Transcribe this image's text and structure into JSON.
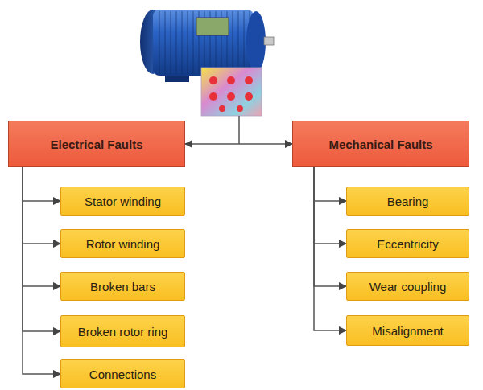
{
  "diagram": {
    "nodes": [
      {
        "text": [
          "Electrical Faults"
        ]
      },
      {
        "text": [
          "Mechanical Faults"
        ]
      },
      {
        "text": [
          "Stator winding"
        ]
      },
      {
        "text": [
          "Rotor winding"
        ]
      },
      {
        "text": [
          "Broken bars"
        ]
      },
      {
        "text": [
          "Broken rotor ring"
        ]
      },
      {
        "text": [
          "Connections"
        ]
      },
      {
        "text": [
          "Bearing"
        ]
      },
      {
        "text": [
          "Eccentricity"
        ]
      },
      {
        "text": [
          "Wear coupling"
        ]
      },
      {
        "text": [
          "Misalignment"
        ]
      }
    ],
    "edges": [
      {
        "from": 0,
        "to": 1,
        "arrow": "both"
      },
      {
        "from": 0,
        "to": 2,
        "arrow": "to"
      },
      {
        "from": 0,
        "to": 3,
        "arrow": "to"
      },
      {
        "from": 0,
        "to": 4,
        "arrow": "to"
      },
      {
        "from": 0,
        "to": 5,
        "arrow": "to"
      },
      {
        "from": 0,
        "to": 6,
        "arrow": "to"
      },
      {
        "from": 1,
        "to": 7,
        "arrow": "to"
      },
      {
        "from": 1,
        "to": 8,
        "arrow": "to"
      },
      {
        "from": 1,
        "to": 9,
        "arrow": "to"
      },
      {
        "from": 1,
        "to": 10,
        "arrow": "to"
      }
    ]
  }
}
